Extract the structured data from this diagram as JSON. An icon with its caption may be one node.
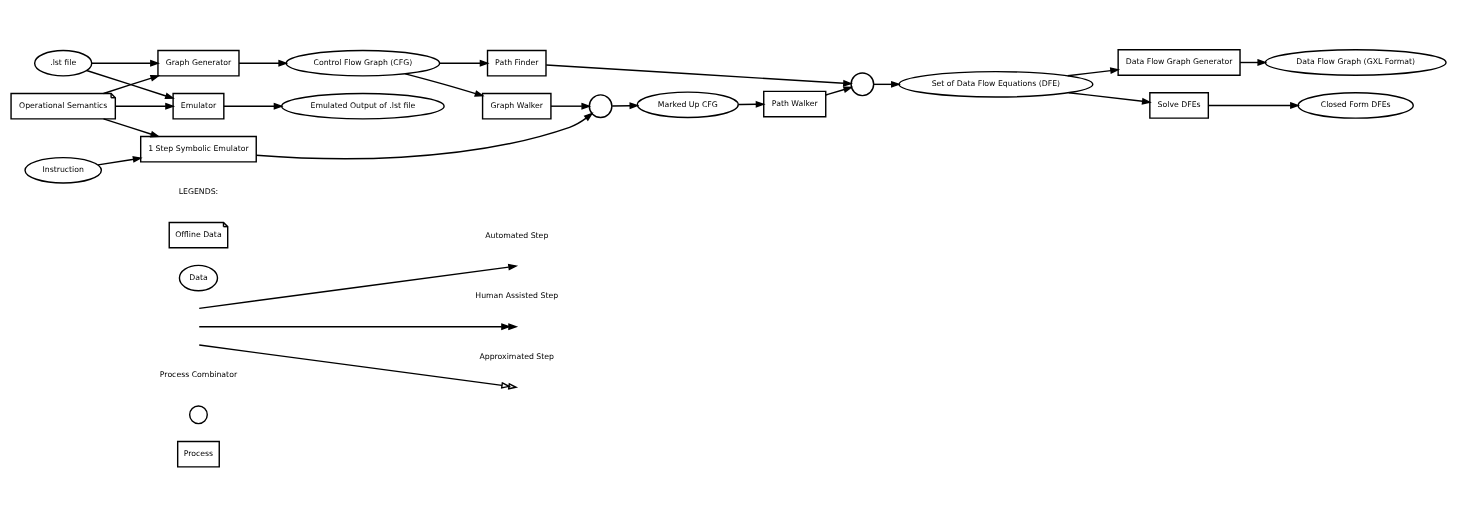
{
  "diagram": {
    "nodes": [
      {
        "text": [
          ".lst file"
        ]
      },
      {
        "text": [
          "Graph Generator"
        ]
      },
      {
        "text": [
          "Control Flow Graph (CFG)"
        ]
      },
      {
        "text": [
          "Path Finder"
        ]
      },
      {
        "text": [
          "Operational Semantics"
        ]
      },
      {
        "text": [
          "Graph Walker"
        ]
      },
      {
        "text": [
          "1 Step Symbolic Emulator"
        ]
      },
      {
        "text": [],
        "shape": "circle"
      },
      {
        "text": [
          "Marked Up CFG"
        ]
      },
      {
        "text": [
          "Path Walker"
        ]
      },
      {
        "text": [],
        "shape": "circle"
      },
      {
        "text": [
          "Set of Data Flow Equations (DFE)"
        ]
      },
      {
        "text": [
          "Data Flow Graph Generator"
        ]
      },
      {
        "text": [
          "Data Flow Graph (GXL Format)"
        ]
      },
      {
        "text": [
          "Solve DFEs"
        ]
      },
      {
        "text": [
          "Closed Form DFEs"
        ]
      },
      {
        "text": [
          "Emulator"
        ]
      },
      {
        "text": [
          "Instruction"
        ]
      },
      {
        "text": [
          "Emulated Output of .lst file"
        ]
      }
    ],
    "edges": [
      {
        "from": 0,
        "to": 1,
        "arrow": "to"
      },
      {
        "from": 4,
        "to": 1,
        "arrow": "to"
      },
      {
        "from": 1,
        "to": 2,
        "arrow": "to"
      },
      {
        "from": 2,
        "to": 3,
        "arrow": "to"
      },
      {
        "from": 2,
        "to": 5,
        "arrow": "to"
      },
      {
        "from": 5,
        "to": 7,
        "arrow": "to"
      },
      {
        "from": 4,
        "to": 6,
        "arrow": "to"
      },
      {
        "from": 6,
        "to": 7,
        "arrow": "to"
      },
      {
        "from": 17,
        "to": 6,
        "arrow": "to"
      },
      {
        "from": 7,
        "to": 8,
        "arrow": "to"
      },
      {
        "from": 8,
        "to": 9,
        "arrow": "to"
      },
      {
        "from": 9,
        "to": 10,
        "arrow": "to"
      },
      {
        "from": 3,
        "to": 10,
        "arrow": "to"
      },
      {
        "from": 10,
        "to": 11,
        "arrow": "to"
      },
      {
        "from": 11,
        "to": 12,
        "arrow": "to"
      },
      {
        "from": 11,
        "to": 14,
        "arrow": "to"
      },
      {
        "from": 12,
        "to": 13,
        "arrow": "to"
      },
      {
        "from": 14,
        "to": 15,
        "arrow": "to"
      },
      {
        "from": 0,
        "to": 16,
        "arrow": "to"
      },
      {
        "from": 4,
        "to": 16,
        "arrow": "to"
      },
      {
        "from": 16,
        "to": 18,
        "arrow": "to"
      }
    ],
    "labels": [
      "LEGENDS:"
    ],
    "legend": [
      {
        "text": "Offline Data"
      },
      {
        "text": "Data"
      },
      {
        "text": "Automated Step"
      },
      {
        "text": "Human Assisted Step"
      },
      {
        "text": "Approximated Step"
      },
      {
        "text": "Process Combinator"
      },
      {
        "text": "Process"
      }
    ]
  }
}
